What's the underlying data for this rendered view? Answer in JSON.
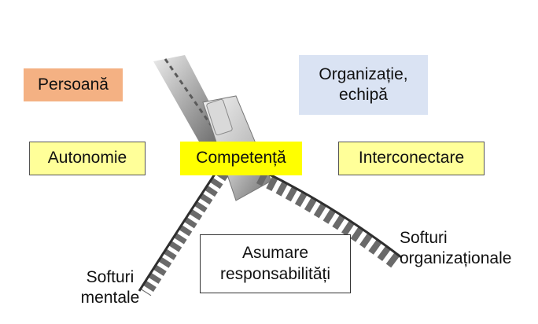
{
  "title": "",
  "colors": {
    "person": "#f4b183",
    "organization": "#dae3f3",
    "highlight_yellow": "#ffff99",
    "competence_yellow": "#ffff00",
    "box_border": "#333333"
  },
  "labels": {
    "persoana": "Persoană",
    "organizatie": "Organizație,\nechipă",
    "autonomie": "Autonomie",
    "competenta": "Competență",
    "interconectare": "Interconectare",
    "softuri_mentale_1": "Softuri",
    "softuri_mentale_2": "mentale",
    "asumare_1": "Asumare",
    "asumare_2": "responsabilități",
    "softuri_org_1": "Softuri",
    "softuri_org_2": "organizaționale"
  },
  "image": {
    "icon": "zipper-illustration"
  }
}
